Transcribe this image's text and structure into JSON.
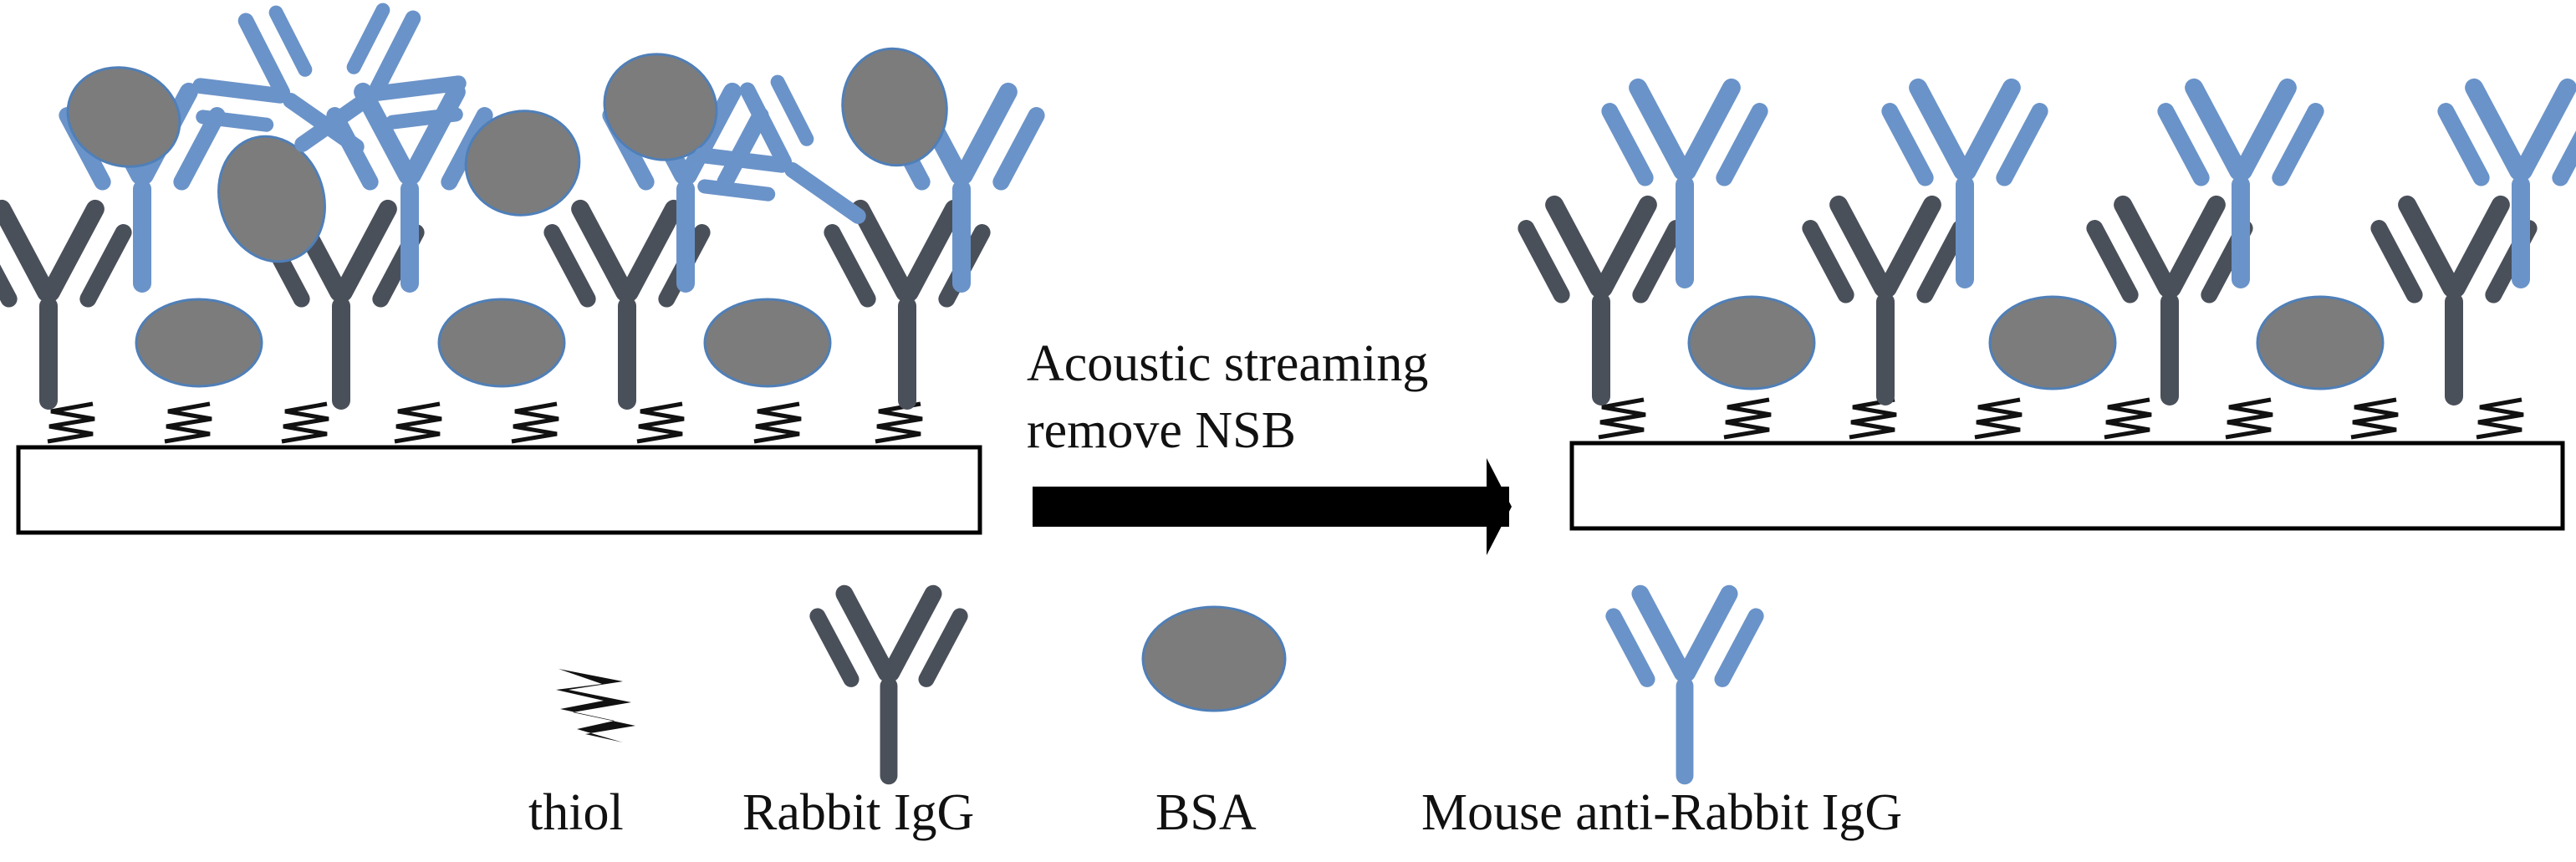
{
  "step": {
    "line1": "Acoustic streaming",
    "line2": "remove NSB"
  },
  "legend": {
    "thiol": "thiol",
    "rabbit_igg": "Rabbit IgG",
    "bsa": "BSA",
    "mouse_anti_rabbit_igg": "Mouse anti-Rabbit IgG"
  },
  "colors": {
    "rabbit_igg": "#4a505a",
    "mouse_anti_rabbit_igg": "#6a93c9",
    "bsa_fill": "#7c7c7c",
    "bsa_edge": "#4f7fb8",
    "thiol": "#111111",
    "arrow": "#000000",
    "substrate_edge": "#000000"
  },
  "icons": {
    "thiol": "zigzag-linker-icon",
    "rabbit_igg": "y-shaped-antibody-icon",
    "bsa": "oval-protein-icon",
    "mouse_anti_rabbit_igg": "y-shaped-antibody-icon"
  }
}
